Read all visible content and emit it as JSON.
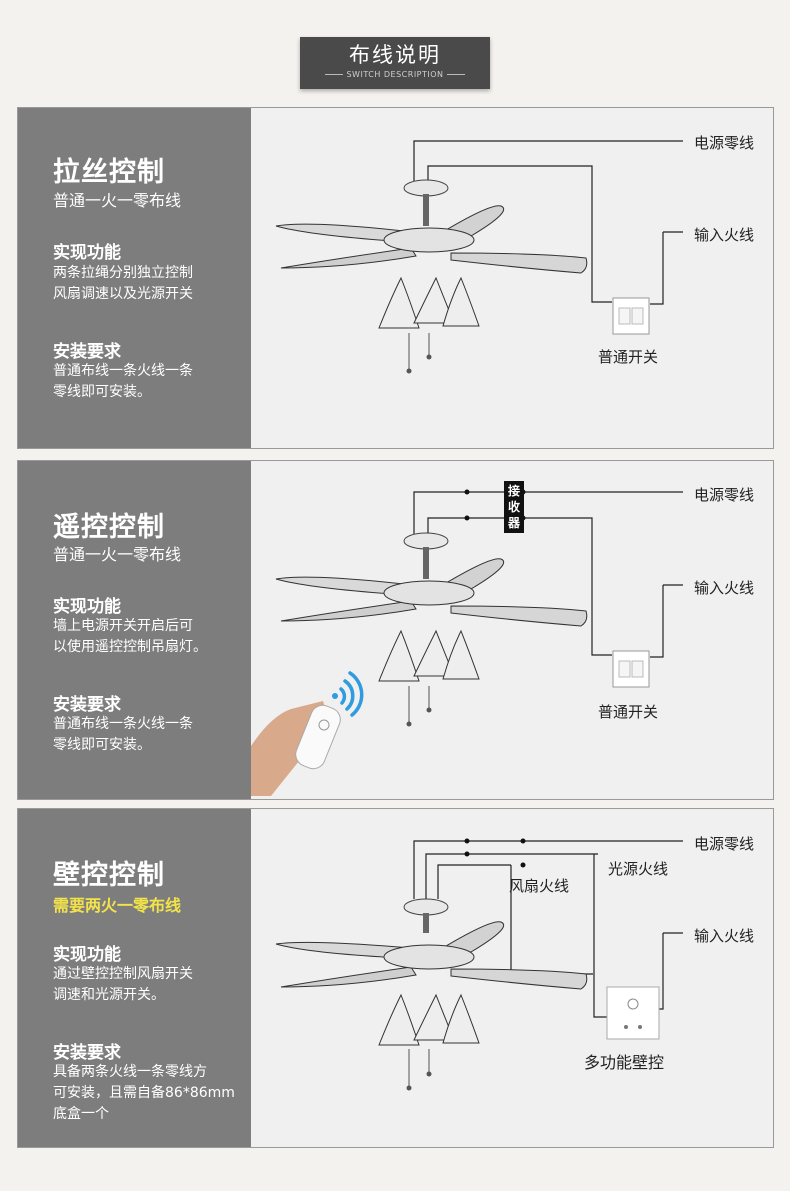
{
  "header": {
    "title": "布线说明",
    "subtitle": "SWITCH DESCRIPTION"
  },
  "panels": [
    {
      "title": "拉丝控制",
      "subtitle": "普通一火一零布线",
      "func_title": "实现功能",
      "func_lines": [
        "两条拉绳分别独立控制",
        "风扇调速以及光源开关"
      ],
      "req_title": "安装要求",
      "req_lines": [
        "普通布线一条火线一条",
        "零线即可安装。"
      ],
      "labels": {
        "neutral": "电源零线",
        "live": "输入火线",
        "switch": "普通开关"
      }
    },
    {
      "title": "遥控控制",
      "subtitle": "普通一火一零布线",
      "func_title": "实现功能",
      "func_lines": [
        "墙上电源开关开启后可",
        "以使用遥控控制吊扇灯。"
      ],
      "req_title": "安装要求",
      "req_lines": [
        "普通布线一条火线一条",
        "零线即可安装。"
      ],
      "receiver": "接收器",
      "labels": {
        "neutral": "电源零线",
        "live": "输入火线",
        "switch": "普通开关"
      }
    },
    {
      "title": "壁控控制",
      "subtitle": "需要两火一零布线",
      "func_title": "实现功能",
      "func_lines": [
        "通过壁控控制风扇开关",
        "调速和光源开关。"
      ],
      "req_title": "安装要求",
      "req_lines": [
        "具备两条火线一条零线方",
        "可安装，且需自备86*86mm",
        "底盒一个"
      ],
      "labels": {
        "neutral": "电源零线",
        "light": "光源火线",
        "fan": "风扇火线",
        "live": "输入火线",
        "switch": "多功能壁控"
      }
    }
  ],
  "colors": {
    "panel_side": "#7d7d7d",
    "highlight": "#f3e34a",
    "remote_signal": "#2f9be0"
  }
}
